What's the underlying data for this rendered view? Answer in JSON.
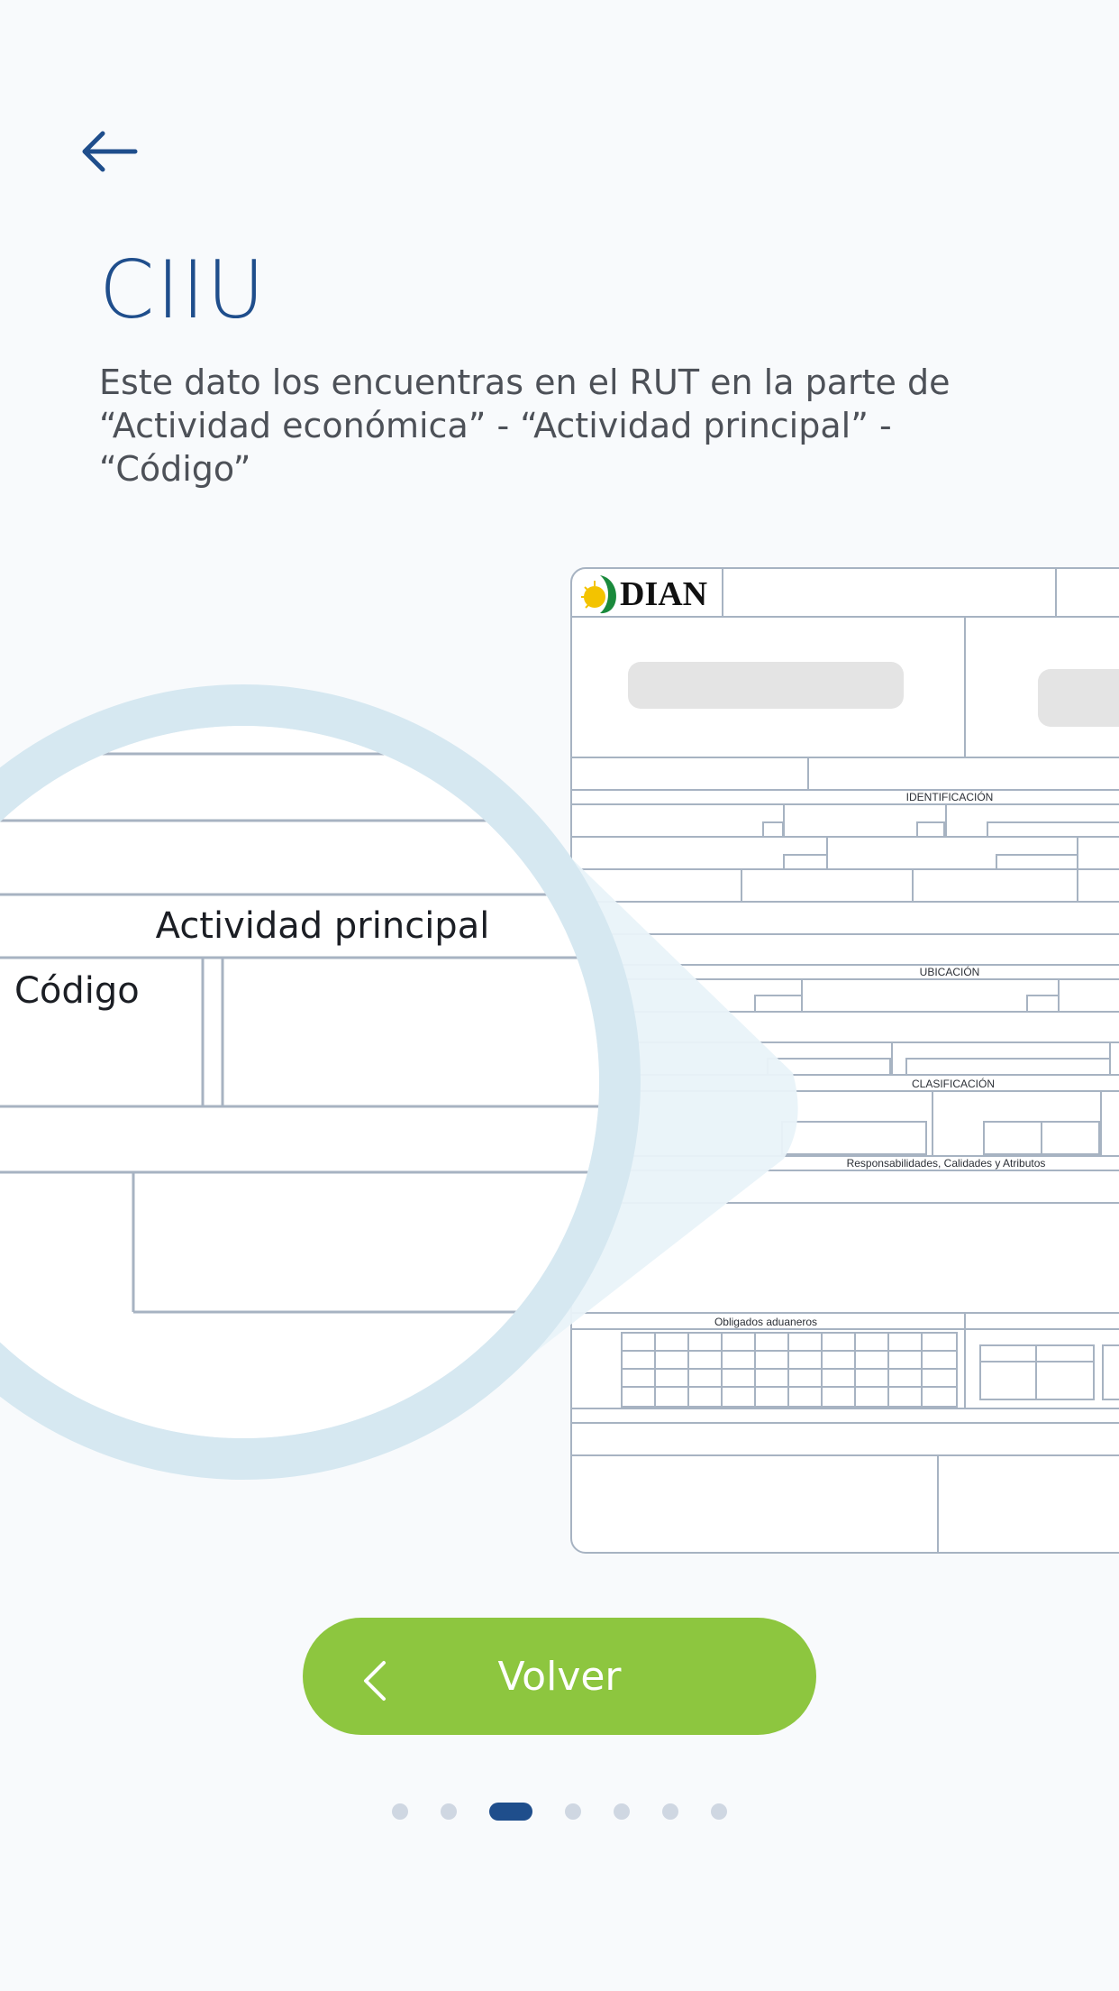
{
  "header": {
    "back_icon": "arrow-left-icon",
    "title": "CIIU",
    "description": "Este dato los encuentras en el RUT en la parte de “Actividad económica” - “Actividad principal” - “Código”"
  },
  "illustration": {
    "logo_text": "DIAN",
    "sections": {
      "identificacion": "IDENTIFICACIÓN",
      "ubicacion": "UBICACIÓN",
      "clasificacion": "CLASIFICACIÓN",
      "responsabilidades": "Responsabilidades, Calidades y Atributos",
      "obligados": "Obligados aduaneros"
    },
    "magnifier": {
      "heading": "Actividad principal",
      "field": "Código"
    },
    "colors": {
      "form_line": "#a7b3c2",
      "magnifier_ring": "#d6e8f1",
      "placeholder": "#e4e4e4"
    }
  },
  "footer": {
    "back_button": {
      "label": "Volver",
      "icon": "chevron-left-icon",
      "color": "#8dc63f"
    },
    "pagination": {
      "total": 7,
      "active": 3,
      "active_color": "#1f4e8c",
      "inactive_color": "#cfd7e2"
    }
  }
}
